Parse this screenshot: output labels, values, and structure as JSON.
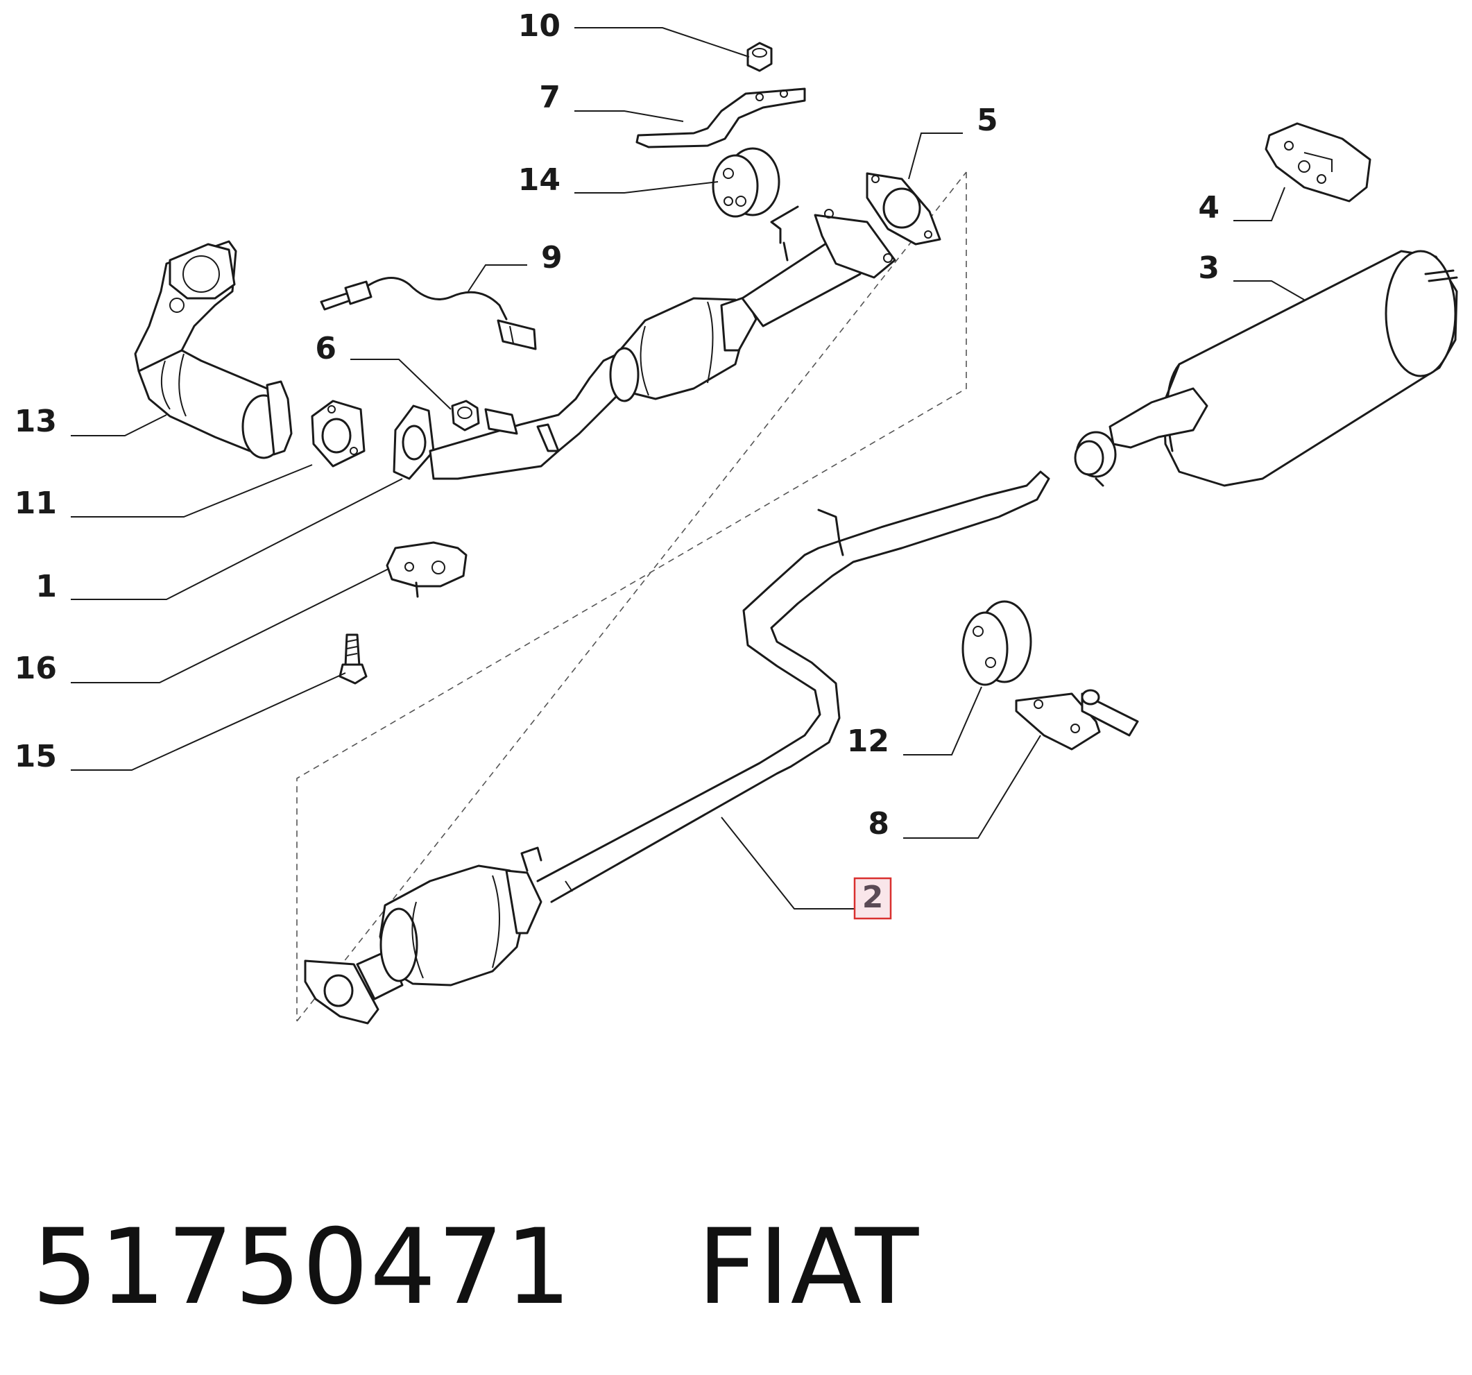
{
  "callouts": [
    {
      "id": "10",
      "label": "10"
    },
    {
      "id": "7",
      "label": "7"
    },
    {
      "id": "14",
      "label": "14"
    },
    {
      "id": "5",
      "label": "5"
    },
    {
      "id": "4",
      "label": "4"
    },
    {
      "id": "9",
      "label": "9"
    },
    {
      "id": "3",
      "label": "3"
    },
    {
      "id": "6",
      "label": "6"
    },
    {
      "id": "13",
      "label": "13"
    },
    {
      "id": "11",
      "label": "11"
    },
    {
      "id": "1",
      "label": "1"
    },
    {
      "id": "16",
      "label": "16"
    },
    {
      "id": "15",
      "label": "15"
    },
    {
      "id": "12",
      "label": "12"
    },
    {
      "id": "8",
      "label": "8"
    },
    {
      "id": "2",
      "label": "2",
      "highlighted": true
    }
  ],
  "footer": {
    "part_number": "51750471",
    "brand": "FIAT"
  },
  "colors": {
    "line": "#1a1a1a",
    "highlight_border": "#d9302f",
    "highlight_fill": "#f9e6ea",
    "background": "#ffffff"
  }
}
